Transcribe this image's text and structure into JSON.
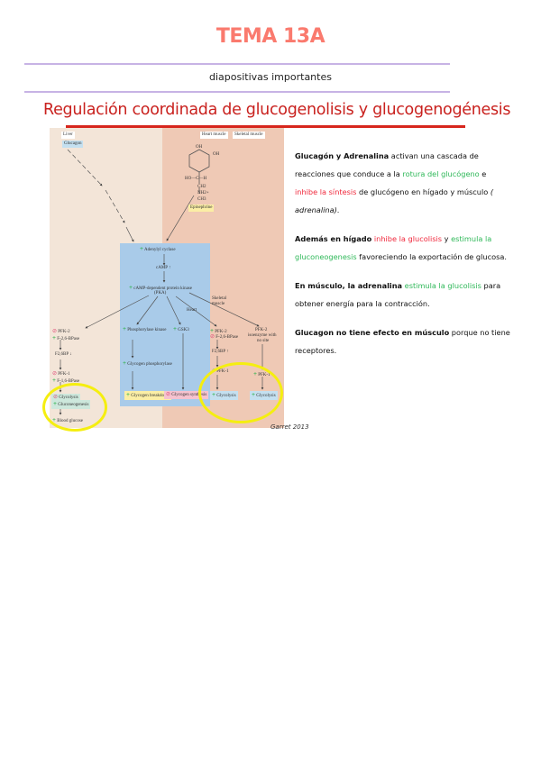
{
  "header": {
    "title": "TEMA 13A",
    "subtitle": "diapositivas importantes",
    "title_color": "#fa7a6e",
    "rule_color": "#c7b3e5"
  },
  "slide": {
    "title": "Regulación coordinada de glucogenolisis y glucogenogénesis",
    "title_color": "#c9211e",
    "diagram": {
      "panels": {
        "liver_label": "Liver",
        "muscle_labels": [
          "Heart muscle",
          "Skeletal muscle"
        ]
      },
      "hormones": {
        "glucagon": "Glucagon",
        "epinephrine": "Epinephrine"
      },
      "epinephrine_structure": [
        "OH",
        "OH",
        "HO—C—H",
        "CH2",
        "NH2+",
        "CH3"
      ],
      "cascade": {
        "adenylyl_cyclase": "Adenylyl cyclase",
        "camp": "cAMP ↑",
        "pka_line1": "cAMP-dependent protein kinase",
        "pka_line2": "(PKA)",
        "skeletal_muscle": "Skeletal muscle",
        "heart": "Heart"
      },
      "liver_branch": {
        "pfk2": "PFK-2",
        "fbpase2": "F-2,6-BPase",
        "f26bp": "F2,6BP ↓",
        "pfk1": "PFK-1",
        "fbpase1": "F-1,6-BPase",
        "glycolysis": "Glycolysis",
        "gluconeogenesis": "Gluconeogenesis",
        "blood_glucose": "Blood glucose"
      },
      "glycogen_branch": {
        "phosphorylase_kinase": "Phosphorylase kinase",
        "glycogen_phosphorylase": "Glycogen phosphorylase",
        "glycogen_breakdown": "Glycogen breakdown",
        "gsk3": "GSK3",
        "glycogen_synthesis": "Glycogen synthesis"
      },
      "heart_branch": {
        "pfk2": "PFK-2",
        "fbpase2": "F-2,6-BPase",
        "f26bp": "F2,6BP ↑",
        "pfk1": "PFK-1",
        "glycolysis": "Glycolysis"
      },
      "skeletal_branch": {
        "pfk2_line1": "PFK-2",
        "pfk2_line2": "isoenzyme with",
        "pfk2_line3": "no site",
        "pfk1": "PFK-1",
        "glycolysis": "Glycolysis"
      },
      "highlight_color": "#f5ee10"
    },
    "credit": "Garret 2013"
  },
  "notes": {
    "p1": {
      "bold": "Glucagón y Adrenalina",
      "t1": " activan una cascada de reacciones que conduce a la ",
      "green": "rotura del glucógeno",
      "t2": " e ",
      "red": "inhibe la síntesis",
      "t3": " de glucógeno en hígado y músculo ",
      "italic": "( adrenalina)",
      "t4": "."
    },
    "p2": {
      "bold": " Además en hígado",
      "red": " inhibe la glucolisis",
      "t1": " y ",
      "green": "estimula la gluconeogenesis",
      "t2": " favoreciendo la exportación de glucosa."
    },
    "p3": {
      "bold": "En músculo, la adrenalina",
      "green": " estimula la glucolisis",
      "t1": " para obtener energía para la contracción."
    },
    "p4": {
      "bold": "Glucagon no tiene efecto en músculo",
      "t1": " porque no tiene receptores."
    }
  }
}
